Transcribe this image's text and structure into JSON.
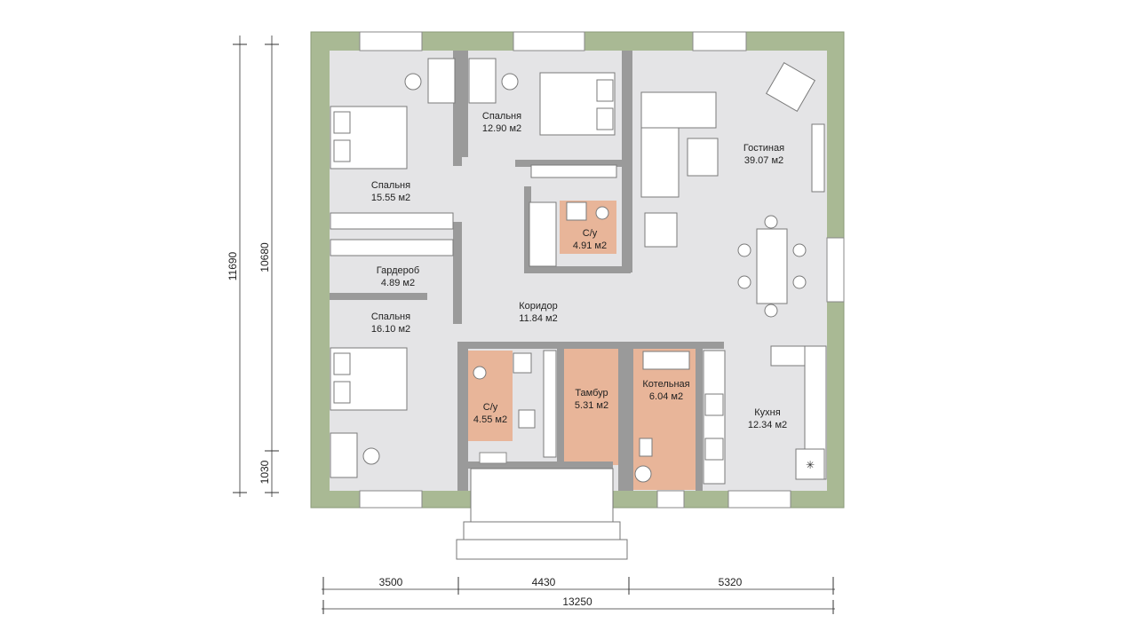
{
  "colors": {
    "wall": "#a9b994",
    "wall_stroke": "#8a9a78",
    "floor": "#e4e4e6",
    "wet_room": "#e8b599",
    "partition": "#9a9a9a",
    "window": "#ffffff"
  },
  "rooms": [
    {
      "id": "bedroom-1",
      "name": "Спальня",
      "area": "15.55 м2"
    },
    {
      "id": "bedroom-2",
      "name": "Спальня",
      "area": "12.90 м2"
    },
    {
      "id": "living-room",
      "name": "Гостиная",
      "area": "39.07 м2"
    },
    {
      "id": "bathroom-1",
      "name": "С/у",
      "area": "4.91 м2"
    },
    {
      "id": "wardrobe",
      "name": "Гардероб",
      "area": "4.89 м2"
    },
    {
      "id": "corridor",
      "name": "Коридор",
      "area": "11.84 м2"
    },
    {
      "id": "bedroom-3",
      "name": "Спальня",
      "area": "16.10 м2"
    },
    {
      "id": "bathroom-2",
      "name": "С/у",
      "area": "4.55 м2"
    },
    {
      "id": "vestibule",
      "name": "Тамбур",
      "area": "5.31 м2"
    },
    {
      "id": "boiler-room",
      "name": "Котельная",
      "area": "6.04 м2"
    },
    {
      "id": "kitchen",
      "name": "Кухня",
      "area": "12.34 м2"
    }
  ],
  "dimensions": {
    "horizontal": [
      "3500",
      "4430",
      "5320"
    ],
    "horizontal_total": "13250",
    "vertical_outer": "11690",
    "vertical_inner": "10680",
    "vertical_small": "1030"
  },
  "icons": {
    "boiler": "✳"
  }
}
